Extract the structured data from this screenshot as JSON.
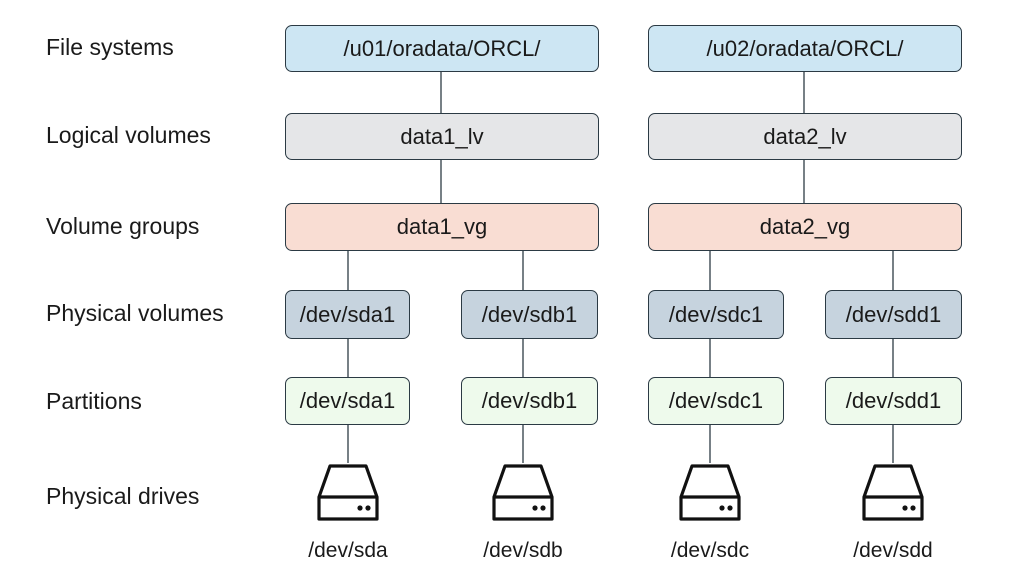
{
  "rows": {
    "file_systems": "File systems",
    "logical_volumes": "Logical volumes",
    "volume_groups": "Volume groups",
    "physical_volumes": "Physical volumes",
    "partitions": "Partitions",
    "physical_drives": "Physical drives"
  },
  "stacks": [
    {
      "file_system": "/u01/oradata/ORCL/",
      "logical_volume": "data1_lv",
      "volume_group": "data1_vg",
      "disks": [
        {
          "physical_volume": "/dev/sda1",
          "partition": "/dev/sda1",
          "drive": "/dev/sda"
        },
        {
          "physical_volume": "/dev/sdb1",
          "partition": "/dev/sdb1",
          "drive": "/dev/sdb"
        }
      ]
    },
    {
      "file_system": "/u02/oradata/ORCL/",
      "logical_volume": "data2_lv",
      "volume_group": "data2_vg",
      "disks": [
        {
          "physical_volume": "/dev/sdc1",
          "partition": "/dev/sdc1",
          "drive": "/dev/sdc"
        },
        {
          "physical_volume": "/dev/sdd1",
          "partition": "/dev/sdd1",
          "drive": "/dev/sdd"
        }
      ]
    }
  ],
  "colors": {
    "file_system_fill": "#cde6f3",
    "logical_volume_fill": "#e5e6e8",
    "volume_group_fill": "#f9ddd3",
    "physical_volume_fill": "#c6d3de",
    "partition_fill": "#eefaec",
    "border": "#2b3a44"
  },
  "icons": {
    "drive": "hard-drive-icon"
  }
}
